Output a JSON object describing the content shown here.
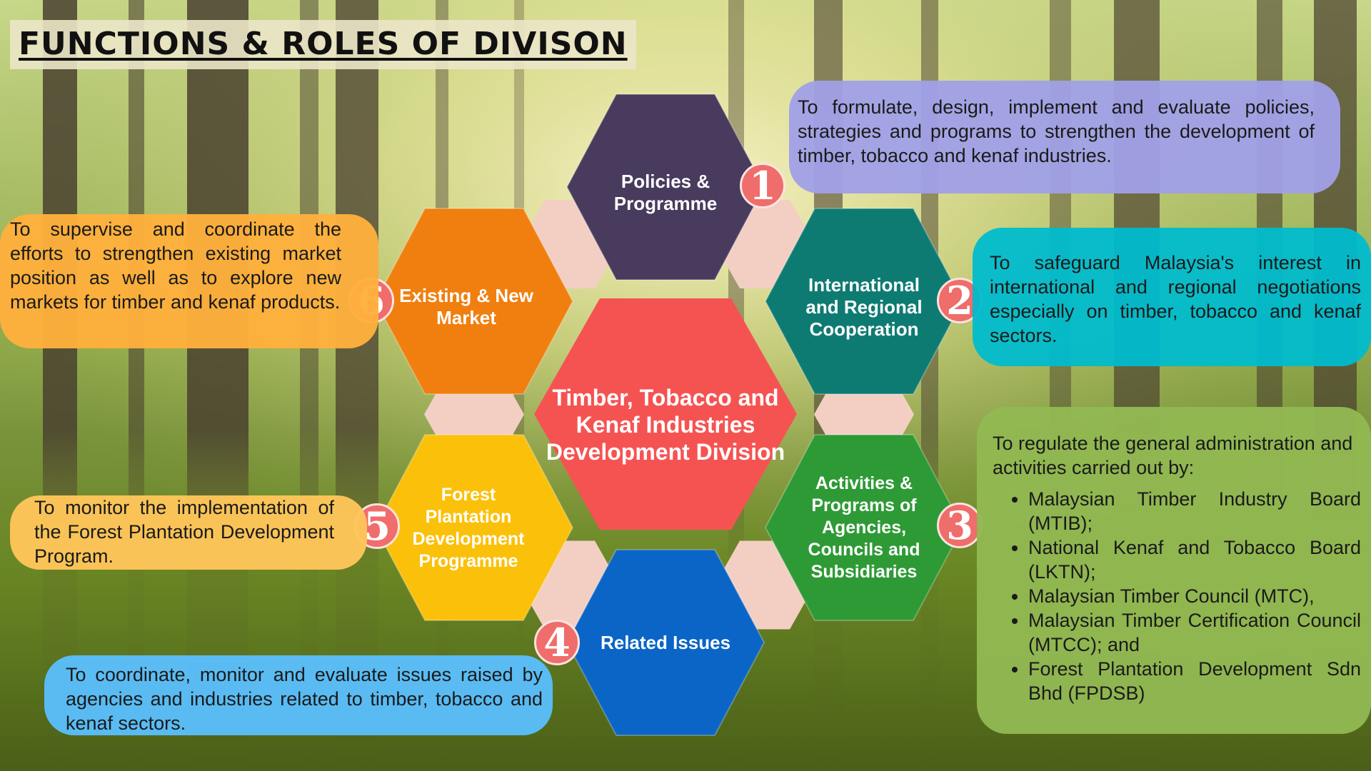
{
  "title": "FUNCTIONS & ROLES OF DIVISON",
  "colors": {
    "center": "#f55352",
    "policies": "#483b5e",
    "international": "#0e7b73",
    "activities": "#2e9a35",
    "related": "#0a65c6",
    "forest": "#fbc00a",
    "market": "#f07f10",
    "connector": "#f3cfc3",
    "badge": "#ef6d6b"
  },
  "center_hex": {
    "label": "Timber, Tobacco and Kenaf Industries Development Division"
  },
  "hexagons": [
    {
      "number": "1",
      "label": "Policies & Programme",
      "icon": "number-1-badge",
      "description": "To formulate, design, implement and evaluate policies, strategies and programs to strengthen the development of timber, tobacco and kenaf industries."
    },
    {
      "number": "2",
      "label": "International and Regional Cooperation",
      "icon": "number-2-badge",
      "description": "To safeguard Malaysia's interest in international and regional negotiations especially on timber, tobacco and kenaf sectors."
    },
    {
      "number": "3",
      "label": "Activities & Programs of Agencies, Councils and Subsidiaries",
      "icon": "number-3-badge",
      "description": "To regulate the general administration and activities carried out by:",
      "bullets": [
        "Malaysian Timber Industry Board (MTIB);",
        "National Kenaf and Tobacco Board (LKTN);",
        "Malaysian Timber Council (MTC),",
        "Malaysian Timber Certification Council (MTCC); and",
        "Forest Plantation Development Sdn Bhd (FPDSB)"
      ]
    },
    {
      "number": "4",
      "label": "Related Issues",
      "icon": "number-4-badge",
      "description": "To coordinate, monitor and evaluate issues raised by agencies and industries related to timber, tobacco and kenaf sectors."
    },
    {
      "number": "5",
      "label": "Forest Plantation Development Programme",
      "icon": "number-5-badge",
      "description": "To monitor the implementation of the Forest Plantation Development Program."
    },
    {
      "number": "6",
      "label": "Existing & New Market",
      "icon": "number-6-badge",
      "description": "To supervise and coordinate the efforts to strengthen existing market position as well as to explore new markets for timber and kenaf products."
    }
  ]
}
